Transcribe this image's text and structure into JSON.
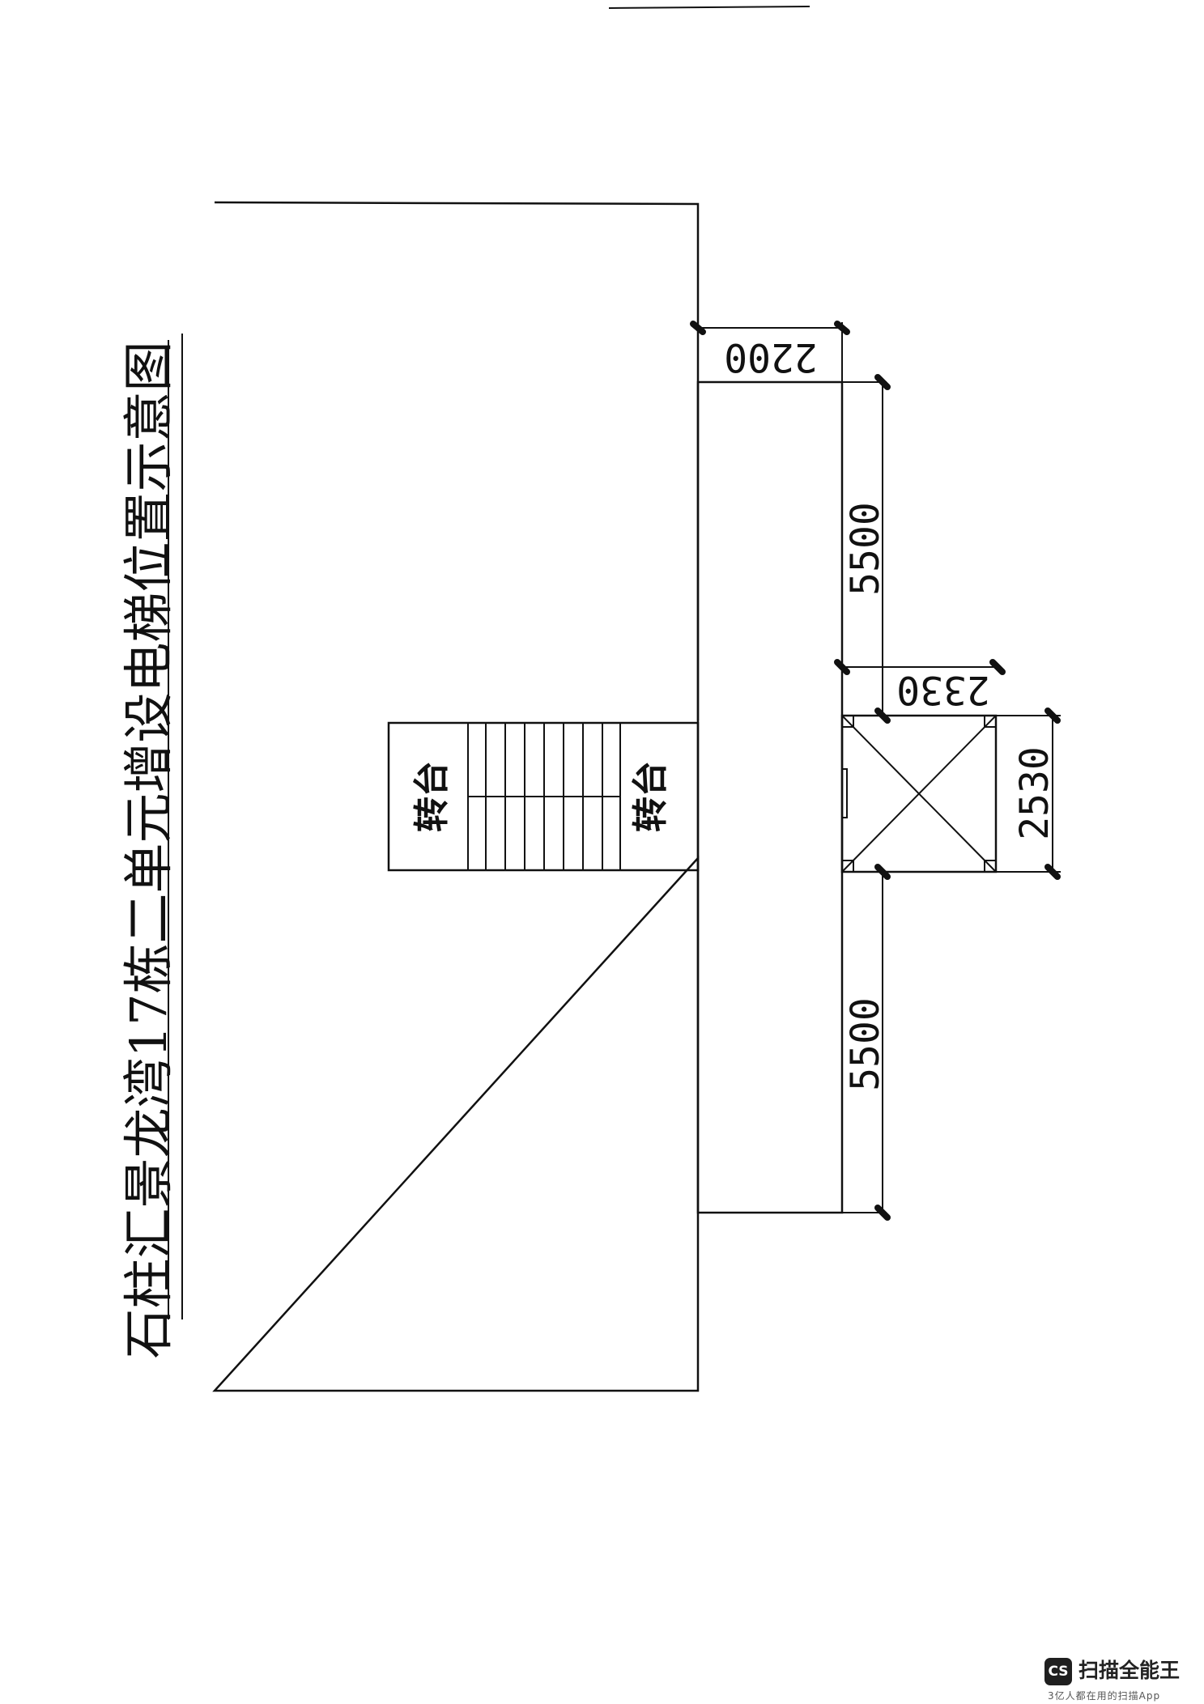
{
  "title": "石柱汇景龙湾17栋二单元增设电梯位置示意图",
  "dimensions": {
    "d_2200": "2200",
    "d_5500_top": "5500",
    "d_2330": "2330",
    "d_2530": "2530",
    "d_5500_bottom": "5500"
  },
  "landings": {
    "left": "转台",
    "right": "转台"
  },
  "watermark": {
    "logo": "CS",
    "name": "扫描全能王",
    "tagline": "3亿人都在用的扫描App"
  }
}
